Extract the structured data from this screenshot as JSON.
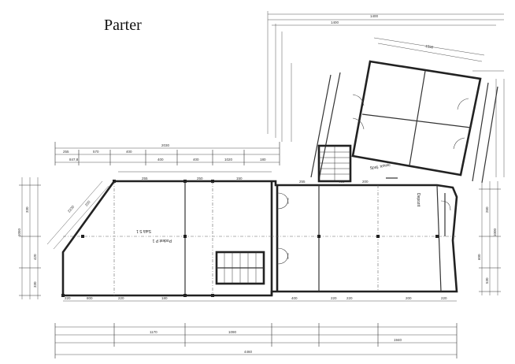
{
  "drawing": {
    "title": "Parter",
    "rooms": [
      {
        "id": "sala-1",
        "label": "Sală S 1"
      },
      {
        "id": "podest",
        "label": "Podest P 1"
      },
      {
        "id": "depozit",
        "label": "Depozit"
      },
      {
        "id": "birou",
        "label": "Spaţ. tehnic"
      }
    ],
    "dimensions": {
      "top_main": "2030",
      "top_top": "1400",
      "bottom_total": "4460",
      "bottom_parts": [
        "220",
        "800",
        "220",
        "1170",
        "1090",
        "400",
        "220",
        "1940",
        "220"
      ],
      "left_side": [
        "330",
        "1050",
        "420",
        "330"
      ],
      "right_side": [
        "260",
        "1000",
        "600",
        "530"
      ],
      "misc": [
        "250",
        "150",
        "255",
        "400",
        "200",
        "255",
        "220",
        "200",
        "180"
      ]
    }
  }
}
